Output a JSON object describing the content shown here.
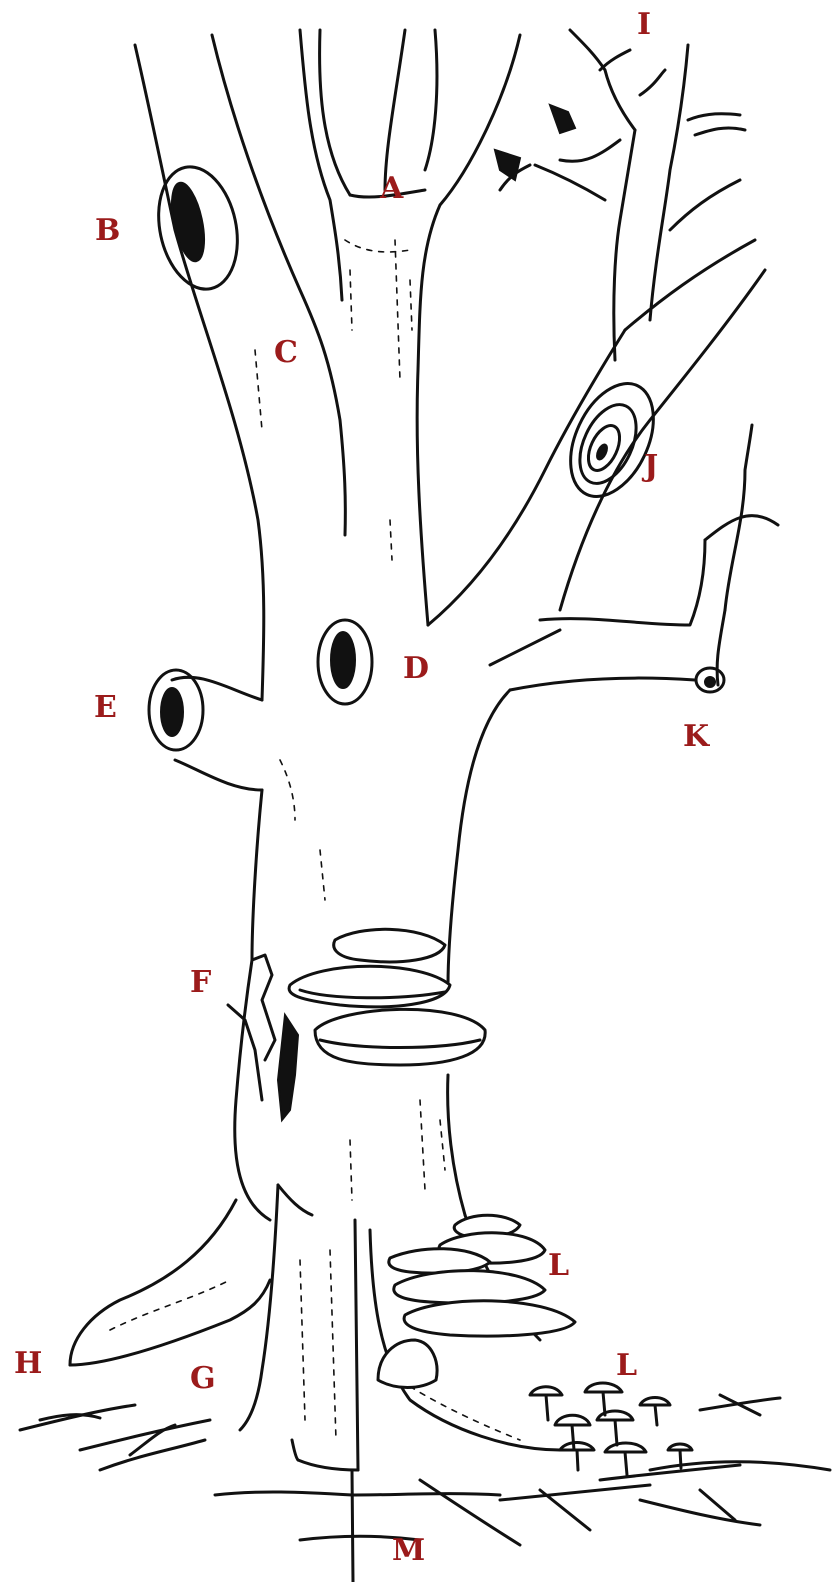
{
  "colors": {
    "label": "#9b1b1b",
    "ink": "#111111",
    "background": "#ffffff"
  },
  "labels": {
    "A": "A",
    "B": "B",
    "C": "C",
    "D": "D",
    "E": "E",
    "F": "F",
    "G": "G",
    "H": "H",
    "I": "I",
    "J": "J",
    "K": "K",
    "L1": "L",
    "L2": "L",
    "M": "M"
  }
}
